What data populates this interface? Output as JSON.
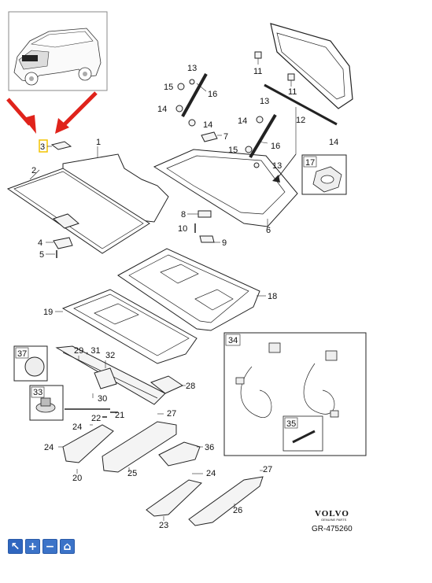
{
  "diagram": {
    "callouts": {
      "c1": "1",
      "c2": "2",
      "c3": "3",
      "c4": "4",
      "c5": "5",
      "c6": "6",
      "c7": "7",
      "c8": "8",
      "c9": "9",
      "c10": "10",
      "c11a": "11",
      "c11b": "11",
      "c12": "12",
      "c13a": "13",
      "c13b": "13",
      "c13c": "13",
      "c14a": "14",
      "c14b": "14",
      "c14c": "14",
      "c14d": "14",
      "c15a": "15",
      "c15b": "15",
      "c16a": "16",
      "c16b": "16",
      "c17": "17",
      "c18": "18",
      "c19": "19",
      "c20": "20",
      "c21": "21",
      "c22": "22",
      "c23": "23",
      "c24a": "24",
      "c24b": "24",
      "c24c": "24",
      "c25": "25",
      "c26": "26",
      "c27a": "27",
      "c27b": "27",
      "c28": "28",
      "c29": "29 , 31",
      "c30": "30",
      "c32": "32",
      "c33": "33",
      "c34": "34",
      "c35": "35",
      "c36": "36",
      "c37": "37"
    },
    "brand": "VOLVO",
    "brand_sub": "GENUINE PARTS",
    "doc_id": "GR-475260",
    "arrow_color": "#e0231b",
    "highlight_color": "#f3c400"
  },
  "toolbar": {
    "items": [
      {
        "icon": "cursor-icon",
        "glyph": "↖"
      },
      {
        "icon": "zoom-in-icon",
        "glyph": "+"
      },
      {
        "icon": "zoom-out-icon",
        "glyph": "−"
      },
      {
        "icon": "home-icon",
        "glyph": "⌂"
      }
    ]
  }
}
